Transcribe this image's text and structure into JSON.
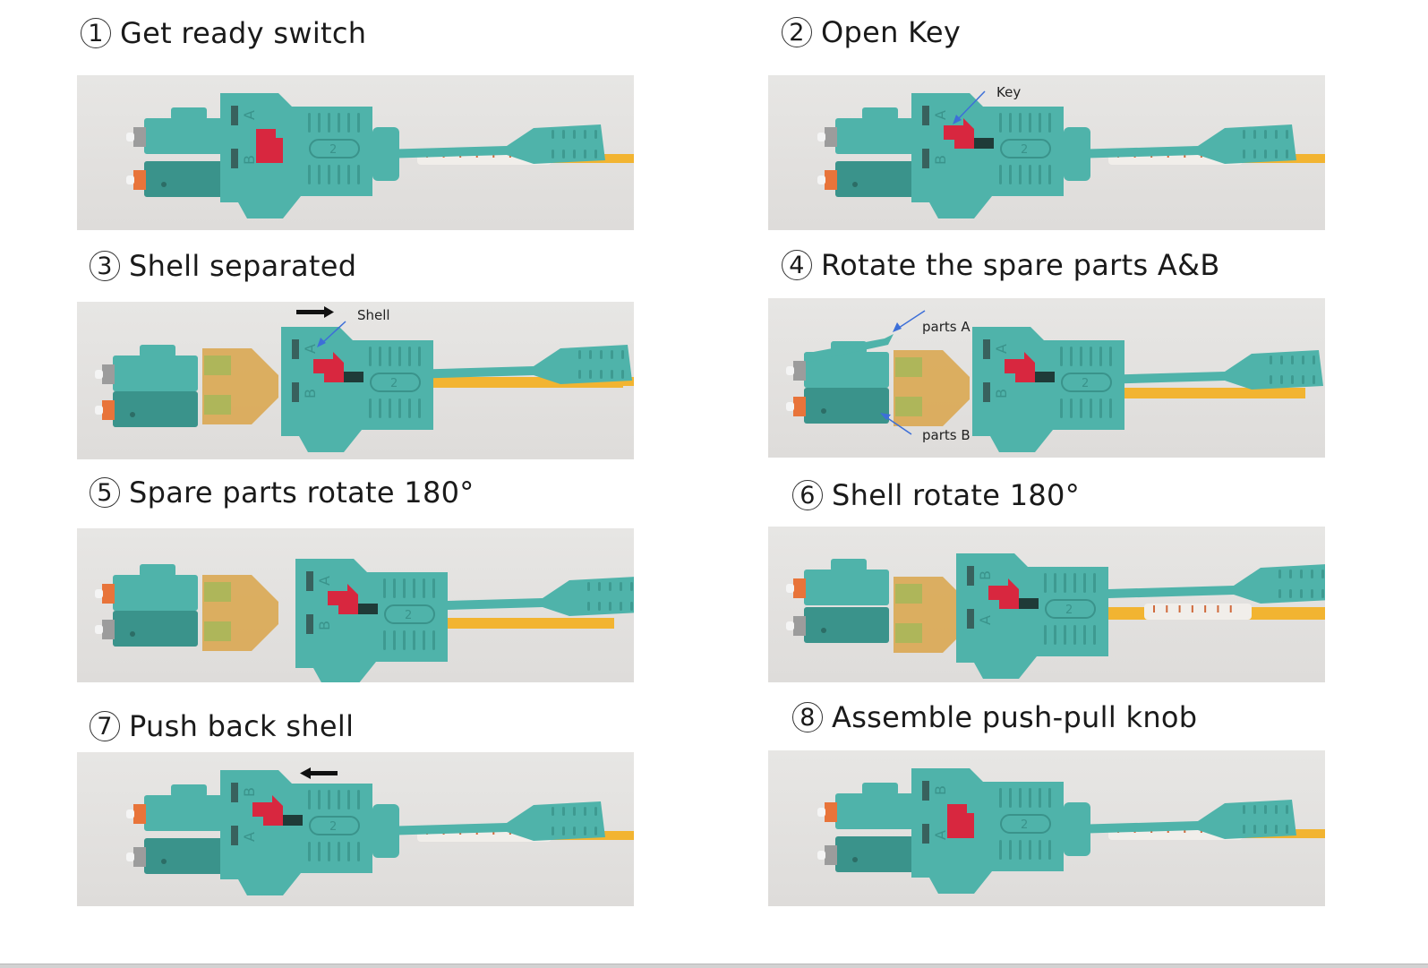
{
  "document": {
    "steps": [
      {
        "number": "1",
        "title": "Get ready switch",
        "callouts": []
      },
      {
        "number": "2",
        "title": "Open Key",
        "callouts": [
          {
            "label": "Key"
          }
        ]
      },
      {
        "number": "3",
        "title": "Shell separated",
        "callouts": [
          {
            "label": "Shell"
          }
        ]
      },
      {
        "number": "4",
        "title": "Rotate the spare parts A&B",
        "callouts": [
          {
            "label": "parts A"
          },
          {
            "label": "parts B"
          }
        ]
      },
      {
        "number": "5",
        "title": "Spare parts rotate 180°",
        "callouts": []
      },
      {
        "number": "6",
        "title": "Shell rotate 180°",
        "callouts": []
      },
      {
        "number": "7",
        "title": "Push back shell",
        "callouts": []
      },
      {
        "number": "8",
        "title": "Assemble push-pull knob",
        "callouts": []
      }
    ],
    "connector_markings": {
      "a": "A",
      "b": "B",
      "c": "2"
    }
  },
  "colors": {
    "connector_body": "#4fb3aa",
    "connector_dark": "#3a938b",
    "key_red": "#d8273f",
    "ferrule_orange": "#e8743a",
    "cable_yellow": "#f2b431",
    "amber_parts": "#d9a54a",
    "callout_arrow": "#3d6fd8",
    "background": "#ffffff",
    "photo_bg": "#e3e2e0"
  }
}
